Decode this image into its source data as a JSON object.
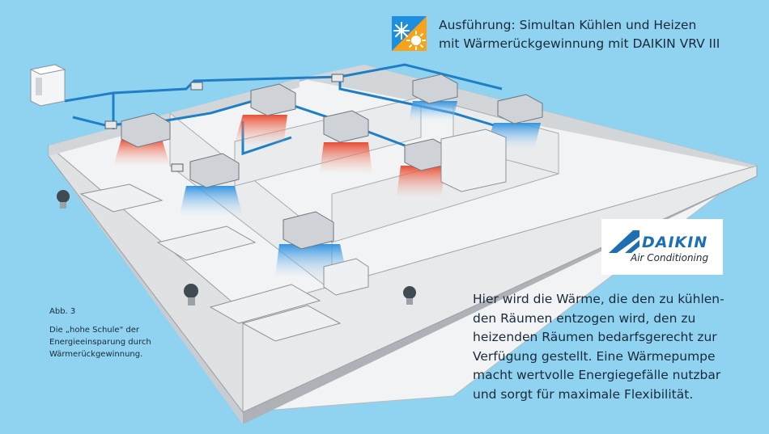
{
  "title": {
    "line1": "Ausführung: Simultan Kühlen und Heizen",
    "line2": "mit Wärmerückgewinnung mit DAIKIN VRV III"
  },
  "mode_icon": "snowflake-sun-icon",
  "logo": {
    "brand": "DAIKIN",
    "subtitle": "Air Conditioning"
  },
  "description": {
    "lines": [
      "Hier wird die Wärme, die den zu kühlen-",
      "den Räumen entzogen wird, den zu",
      "heizenden Räumen bedarfsgerecht zur",
      "Verfügung gestellt. Eine Wärmepumpe",
      "macht wertvolle Energiegefälle nutzbar",
      "und sorgt für maximale Flexibilität."
    ]
  },
  "figure": {
    "label": "Abb. 3",
    "caption_lines": [
      "Die „hohe Schule\" der",
      "Energieeinsparung durch",
      "Wärmerückgewinnung."
    ]
  },
  "colors": {
    "background": "#8fd3f0",
    "pipe": "#1e7fc7",
    "heating": "#e8452a",
    "cooling": "#2a8fe0",
    "logo_blue": "#1d6fb3"
  }
}
